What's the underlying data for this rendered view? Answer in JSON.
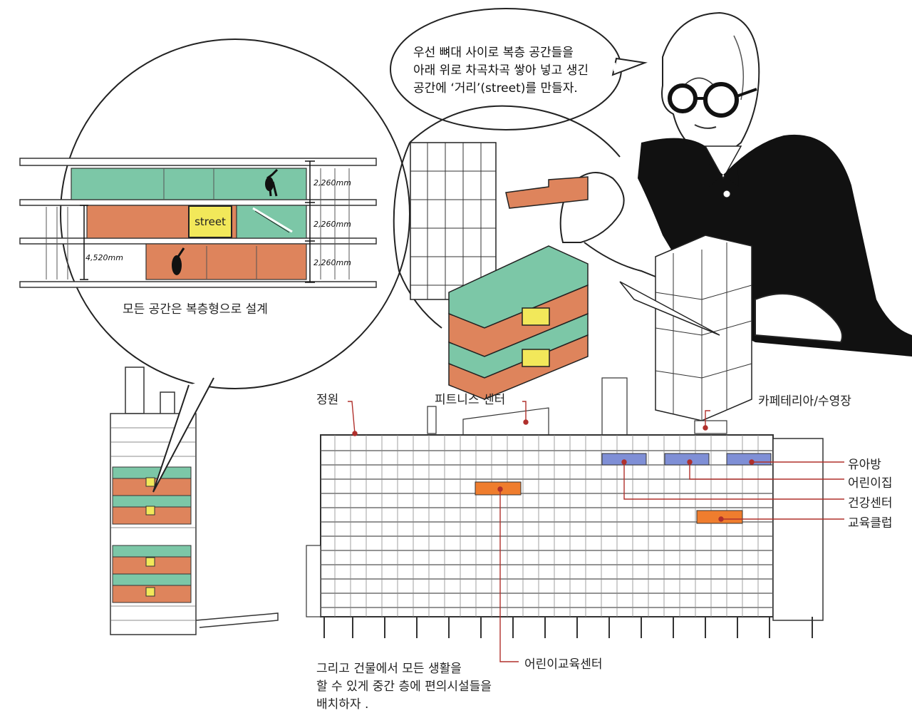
{
  "speech": {
    "line1": "우선 뼈대 사이로 복층 공간들을",
    "line2": "아래 위로 차곡차곡 쌓아 넣고 생긴",
    "line3": "공간에 ‘거리’(street)를 만들자."
  },
  "section": {
    "street": "street",
    "dim_top": "2,260mm",
    "dim_mid": "2,260mm",
    "dim_bottom": "2,260mm",
    "dim_total": "4,520mm",
    "caption": "모든 공간은 복층형으로 설계"
  },
  "labels": {
    "garden": "정원",
    "fitness": "피트니스 센터",
    "cafeteria": "카페테리아/수영장",
    "nursery": "유아방",
    "kindergarten": "어린이집",
    "health": "건강센터",
    "edu_club": "교육클럽",
    "child_edu": "어린이교육센터"
  },
  "footer": {
    "line1": "그리고 건물에서 모든 생활을",
    "line2": "할 수 있게 중간 층에 편의시설들을",
    "line3": "배치하자 ."
  },
  "colors": {
    "green": "#7cc7a7",
    "orange": "#de845c",
    "yellow": "#f2e85a",
    "blue": "#7f8fd6",
    "bright_orange": "#ef7d2e",
    "leader": "#b0302c",
    "ink": "#222222",
    "suit": "#111111"
  }
}
